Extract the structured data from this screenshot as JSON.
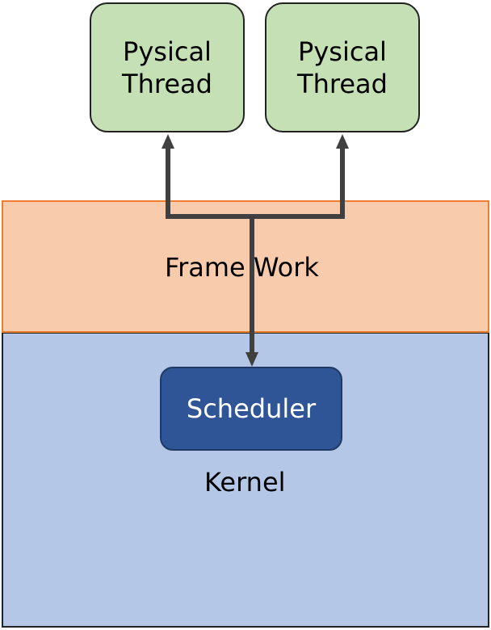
{
  "threads": [
    {
      "label_line1": "Pysical",
      "label_line2": "Thread"
    },
    {
      "label_line1": "Pysical",
      "label_line2": "Thread"
    }
  ],
  "framework": {
    "label": "Frame Work"
  },
  "scheduler": {
    "label": "Scheduler"
  },
  "kernel": {
    "label": "Kernel"
  },
  "colors": {
    "thread_fill": "#c5e0b4",
    "framework_fill": "#f8cbad",
    "framework_border": "#ed7d31",
    "kernel_fill": "#b4c7e7",
    "scheduler_fill": "#2f5597",
    "connector": "#404040"
  }
}
